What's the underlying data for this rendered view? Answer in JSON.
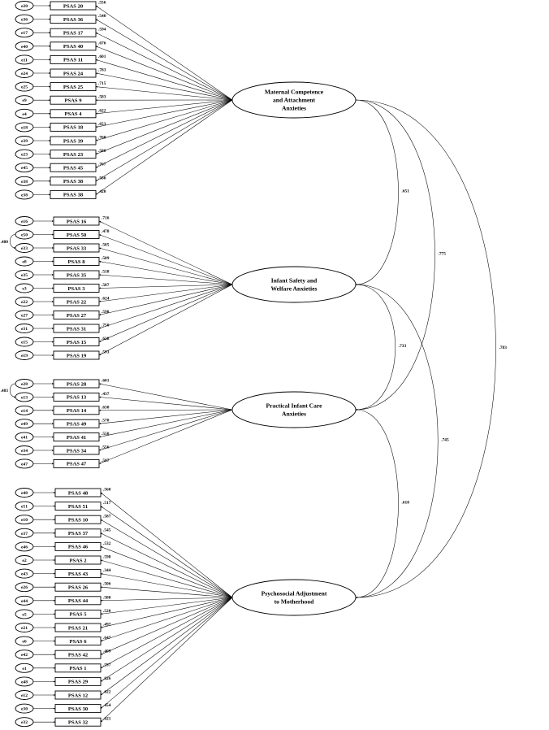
{
  "diagram": {
    "factors": [
      {
        "id": "MCAA",
        "label_lines": [
          "Maternal Competence",
          "and Attachment",
          "Anxieties"
        ],
        "items": [
          {
            "error": "e20",
            "item": "PSAS 20",
            "loading": ".556"
          },
          {
            "error": "e36",
            "item": "PSAS 36",
            "loading": ".540"
          },
          {
            "error": "e17",
            "item": "PSAS 17",
            "loading": ".594"
          },
          {
            "error": "e40",
            "item": "PSAS 40",
            "loading": ".676"
          },
          {
            "error": "e11",
            "item": "PSAS 11",
            "loading": ".601"
          },
          {
            "error": "e24",
            "item": "PSAS 24",
            "loading": ".783"
          },
          {
            "error": "e25",
            "item": "PSAS 25",
            "loading": ".715"
          },
          {
            "error": "e9",
            "item": "PSAS 9",
            "loading": ".583"
          },
          {
            "error": "e4",
            "item": "PSAS 4",
            "loading": ".622"
          },
          {
            "error": "e18",
            "item": "PSAS 18",
            "loading": ".653"
          },
          {
            "error": "e39",
            "item": "PSAS 39",
            "loading": ".768"
          },
          {
            "error": "e23",
            "item": "PSAS 23",
            "loading": ".580"
          },
          {
            "error": "e45",
            "item": "PSAS 45",
            "loading": ".767"
          },
          {
            "error": "e38",
            "item": "PSAS 38",
            "loading": ".566"
          },
          {
            "error": "e38",
            "item": "PSAS 38",
            "loading": ".420"
          }
        ]
      },
      {
        "id": "ISWA",
        "label_lines": [
          "Infant Safety and",
          "Welfare Anxieties"
        ],
        "items": [
          {
            "error": "e16",
            "item": "PSAS 16",
            "loading": ".716"
          },
          {
            "error": "e50",
            "item": "PSAS 50",
            "loading": ".478"
          },
          {
            "error": "e33",
            "item": "PSAS 33",
            "loading": ".505"
          },
          {
            "error": "e8",
            "item": "PSAS 8",
            "loading": ".589"
          },
          {
            "error": "e35",
            "item": "PSAS 35",
            "loading": ".518"
          },
          {
            "error": "e3",
            "item": "PSAS 3",
            "loading": ".587"
          },
          {
            "error": "e22",
            "item": "PSAS 22",
            "loading": ".624"
          },
          {
            "error": "e27",
            "item": "PSAS 27",
            "loading": ".598"
          },
          {
            "error": "e31",
            "item": "PSAS 31",
            "loading": ".750"
          },
          {
            "error": "e15",
            "item": "PSAS 15",
            "loading": ".628"
          },
          {
            "error": "e19",
            "item": "PSAS 19",
            "loading": ".593"
          }
        ],
        "error_covariance": {
          "between": [
            "e50",
            "e33"
          ],
          "value": ".480"
        }
      },
      {
        "id": "PICA",
        "label_lines": [
          "Practical Infant Care",
          "Anxieties"
        ],
        "items": [
          {
            "error": "e28",
            "item": "PSAS 28",
            "loading": ".601"
          },
          {
            "error": "e13",
            "item": "PSAS 13",
            "loading": ".437"
          },
          {
            "error": "e14",
            "item": "PSAS 14",
            "loading": ".630"
          },
          {
            "error": "e49",
            "item": "PSAS 49",
            "loading": ".570"
          },
          {
            "error": "e41",
            "item": "PSAS 41",
            "loading": ".550"
          },
          {
            "error": "e34",
            "item": "PSAS 34",
            "loading": ".556"
          },
          {
            "error": "e47",
            "item": "PSAS 47",
            "loading": ".587"
          }
        ],
        "error_covariance": {
          "between": [
            "e28",
            "e13"
          ],
          "value": ".483"
        }
      },
      {
        "id": "PAM",
        "label_lines": [
          "Psychosocial Adjustment",
          "to Motherhood"
        ],
        "items": [
          {
            "error": "e48",
            "item": "PSAS 48",
            "loading": ".560"
          },
          {
            "error": "e51",
            "item": "PSAS 51",
            "loading": ".517"
          },
          {
            "error": "e10",
            "item": "PSAS 10",
            "loading": ".587"
          },
          {
            "error": "e37",
            "item": "PSAS 37",
            "loading": ".545"
          },
          {
            "error": "e46",
            "item": "PSAS 46",
            "loading": ".532"
          },
          {
            "error": "e2",
            "item": "PSAS 2",
            "loading": ".598"
          },
          {
            "error": "e43",
            "item": "PSAS 43",
            "loading": ".344"
          },
          {
            "error": "e26",
            "item": "PSAS 26",
            "loading": ".506"
          },
          {
            "error": "e44",
            "item": "PSAS 44",
            "loading": ".580"
          },
          {
            "error": "e5",
            "item": "PSAS 5",
            "loading": ".520"
          },
          {
            "error": "e21",
            "item": "PSAS 21",
            "loading": ".497"
          },
          {
            "error": "e6",
            "item": "PSAS 6",
            "loading": ".647"
          },
          {
            "error": "e42",
            "item": "PSAS 42",
            "loading": ".409"
          },
          {
            "error": "e1",
            "item": "PSAS 1",
            "loading": ".597"
          },
          {
            "error": "e48",
            "item": "PSAS 29",
            "loading": ".626"
          },
          {
            "error": "e12",
            "item": "PSAS 12",
            "loading": ".622"
          },
          {
            "error": "e30",
            "item": "PSAS 30",
            "loading": ".454"
          },
          {
            "error": "e32",
            "item": "PSAS 32",
            "loading": ".621"
          }
        ]
      }
    ],
    "factor_correlations": [
      {
        "between": [
          "MCAA",
          "ISWA"
        ],
        "value": ".651"
      },
      {
        "between": [
          "MCAA",
          "PICA"
        ],
        "value": ".775"
      },
      {
        "between": [
          "MCAA",
          "PAM"
        ],
        "value": ".783"
      },
      {
        "between": [
          "ISWA",
          "PICA"
        ],
        "value": ".733"
      },
      {
        "between": [
          "ISWA",
          "PAM"
        ],
        "value": ".745"
      },
      {
        "between": [
          "PICA",
          "PAM"
        ],
        "value": ".618"
      }
    ]
  }
}
